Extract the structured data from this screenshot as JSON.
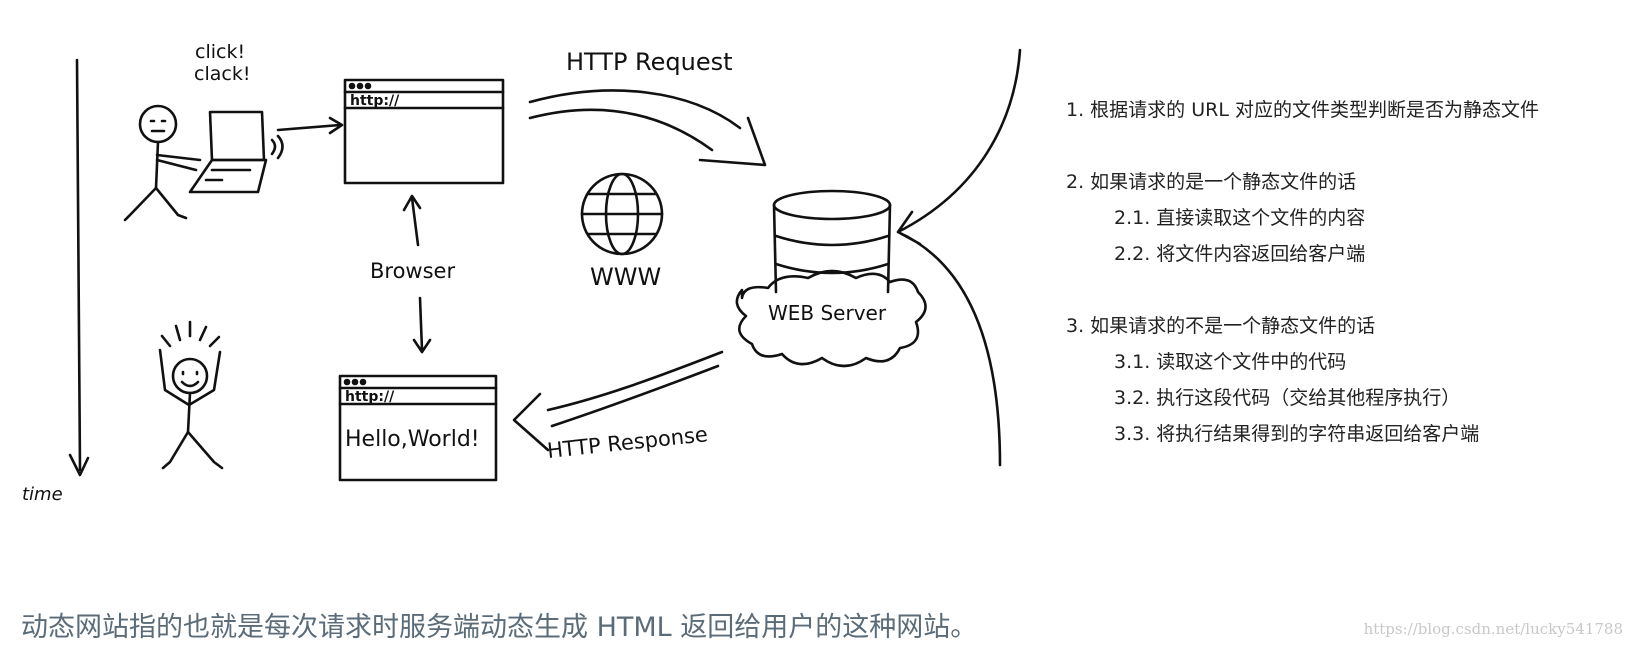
{
  "sketch": {
    "click_text_1": "click!",
    "click_text_2": "clack!",
    "url_text": "http://",
    "hello_text": "Hello,World!",
    "request_label": "HTTP Request",
    "response_label": "HTTP Response",
    "browser_label": "Browser",
    "www_label": "WWW",
    "server_label": "WEB Server",
    "time_label": "time"
  },
  "steps": [
    {
      "text": "1. 根据请求的 URL 对应的文件类型判断是否为静态文件"
    },
    {
      "text": "2. 如果请求的是一个静态文件的话"
    },
    {
      "text": "2.1. 直接读取这个文件的内容"
    },
    {
      "text": "2.2. 将文件内容返回给客户端"
    },
    {
      "text": "3. 如果请求的不是一个静态文件的话"
    },
    {
      "text": "3.1. 读取这个文件中的代码"
    },
    {
      "text": "3.2. 执行这段代码（交给其他程序执行）"
    },
    {
      "text": "3.3. 将执行结果得到的字符串返回给客户端"
    }
  ],
  "caption": "动态网站指的也就是每次请求时服务端动态生成 HTML 返回给用户的这种网站。",
  "watermark": "https://blog.csdn.net/lucky541788"
}
